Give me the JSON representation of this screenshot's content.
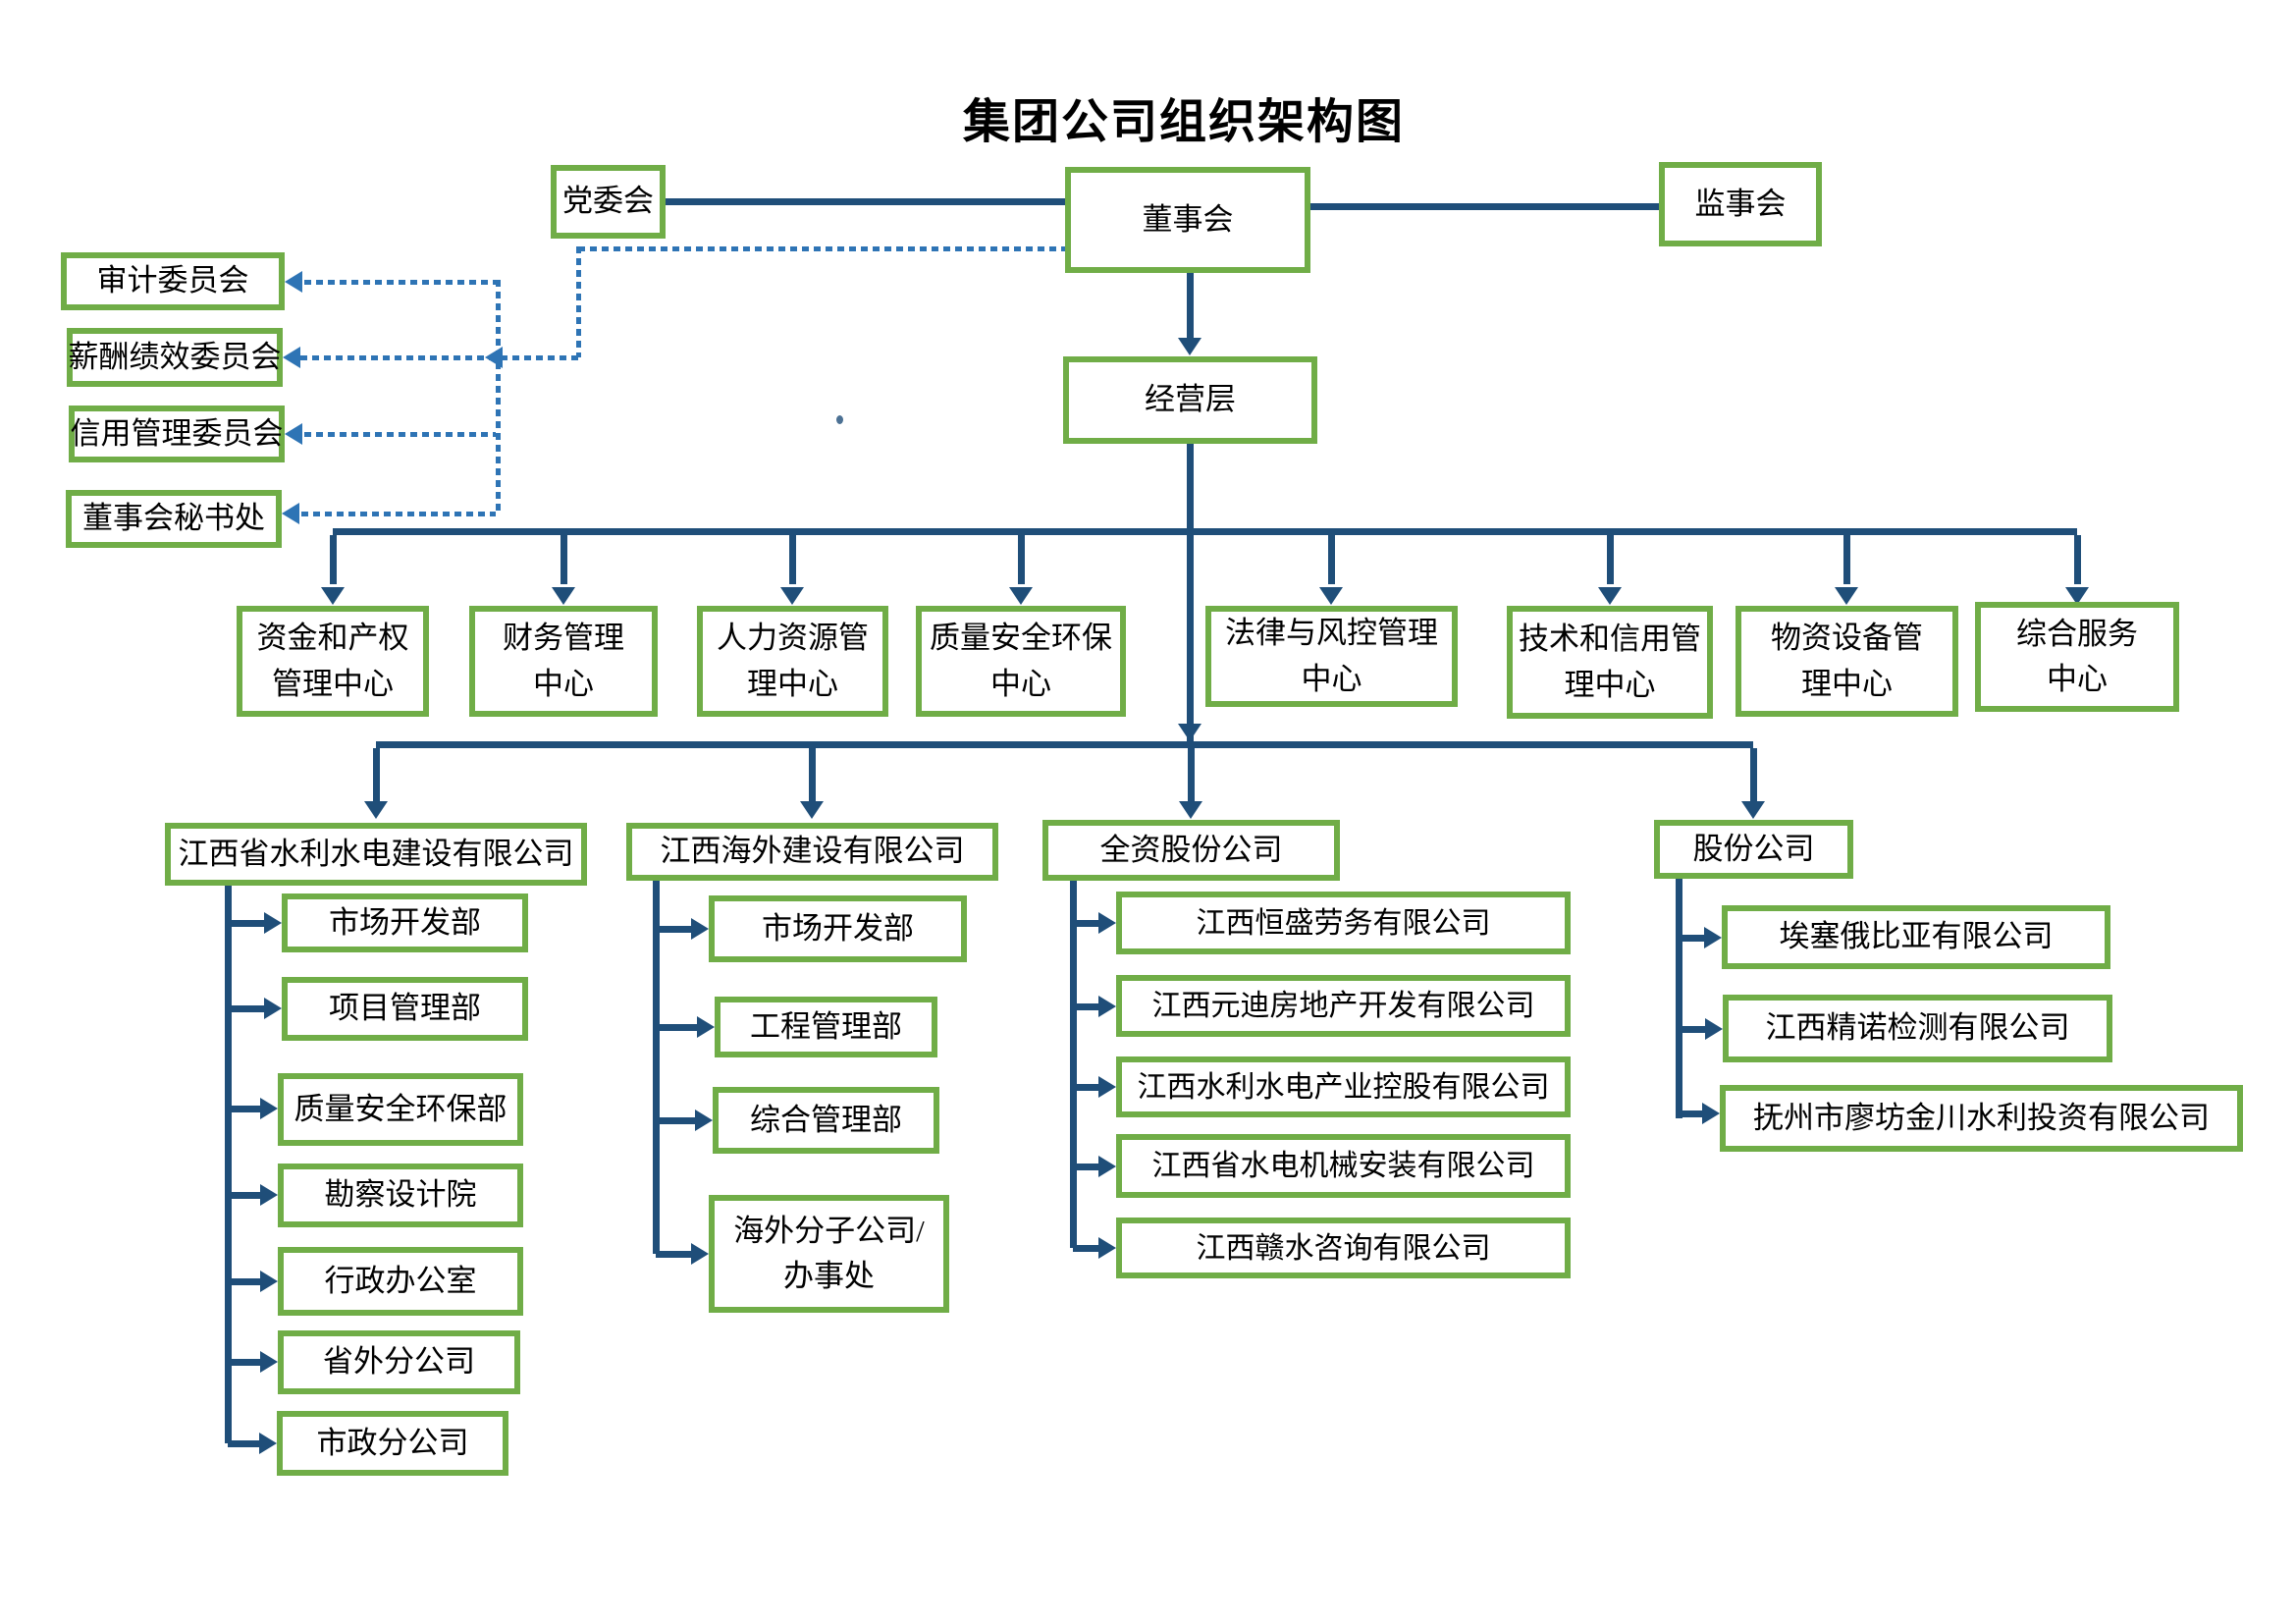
{
  "title": "集团公司组织架构图",
  "colors": {
    "box_border": "#70AD47",
    "connector": "#1F4E79",
    "dotted_connector": "#2E74B5",
    "text": "#000000",
    "background": "#FFFFFF"
  },
  "top_row": {
    "party": "党委会",
    "board": "董事会",
    "supervisory": "监事会"
  },
  "board_committees": [
    "审计委员会",
    "薪酬绩效委员会",
    "信用管理委员会",
    "董事会秘书处"
  ],
  "management": {
    "label": "经营层"
  },
  "centers": [
    {
      "line1": "资金和产权",
      "line2": "管理中心"
    },
    {
      "line1": "财务管理",
      "line2": "中心"
    },
    {
      "line1": "人力资源管",
      "line2": "理中心"
    },
    {
      "line1": "质量安全环保",
      "line2": "中心"
    },
    {
      "line1": "法律与风控管理",
      "line2": "中心"
    },
    {
      "line1": "技术和信用管",
      "line2": "理中心"
    },
    {
      "line1": "物资设备管",
      "line2": "理中心"
    },
    {
      "line1": "综合服务",
      "line2": "中心"
    }
  ],
  "subsidiaries": [
    {
      "header": "江西省水利水电建设有限公司",
      "children": [
        "市场开发部",
        "项目管理部",
        "质量安全环保部",
        "勘察设计院",
        "行政办公室",
        "省外分公司",
        "市政分公司"
      ]
    },
    {
      "header": "江西海外建设有限公司",
      "children": [
        "市场开发部",
        "工程管理部",
        "综合管理部",
        {
          "line1": "海外分子公司/",
          "line2": "办事处"
        }
      ]
    },
    {
      "header": "全资股份公司",
      "children": [
        "江西恒盛劳务有限公司",
        "江西元迪房地产开发有限公司",
        "江西水利水电产业控股有限公司",
        "江西省水电机械安装有限公司",
        "江西赣水咨询有限公司"
      ]
    },
    {
      "header": "股份公司",
      "children": [
        "埃塞俄比亚有限公司",
        "江西精诺检测有限公司",
        "抚州市廖坊金川水利投资有限公司"
      ]
    }
  ]
}
